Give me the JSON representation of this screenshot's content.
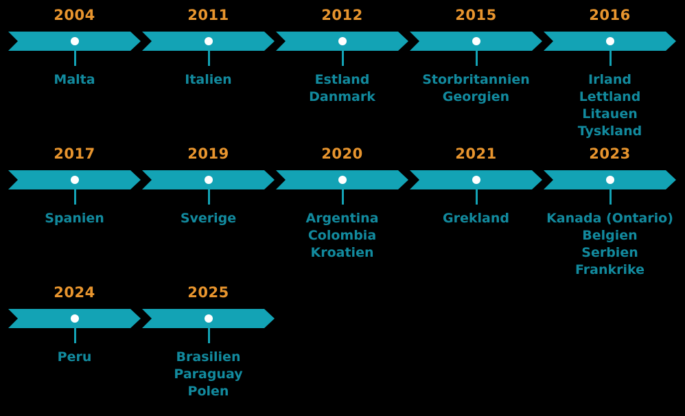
{
  "meta": {
    "background_color": "#000000",
    "bar_color": "#13A3B5",
    "year_color": "#E8952E",
    "label_color": "#128A9E",
    "dot_color": "#FFFFFF"
  },
  "chart_data": {
    "type": "timeline",
    "title": "",
    "rows": 3,
    "columns": 5,
    "entries": [
      {
        "year": "2004",
        "countries": [
          "Malta"
        ]
      },
      {
        "year": "2011",
        "countries": [
          "Italien"
        ]
      },
      {
        "year": "2012",
        "countries": [
          "Estland",
          "Danmark"
        ]
      },
      {
        "year": "2015",
        "countries": [
          "Storbritannien",
          "Georgien"
        ]
      },
      {
        "year": "2016",
        "countries": [
          "Irland",
          "Lettland",
          "Litauen",
          "Tyskland"
        ]
      },
      {
        "year": "2017",
        "countries": [
          "Spanien"
        ]
      },
      {
        "year": "2019",
        "countries": [
          "Sverige"
        ]
      },
      {
        "year": "2020",
        "countries": [
          "Argentina",
          "Colombia",
          "Kroatien"
        ]
      },
      {
        "year": "2021",
        "countries": [
          "Grekland"
        ]
      },
      {
        "year": "2023",
        "countries": [
          "Kanada (Ontario)",
          "Belgien",
          "Serbien",
          "Frankrike"
        ]
      },
      {
        "year": "2024",
        "countries": [
          "Peru"
        ]
      },
      {
        "year": "2025",
        "countries": [
          "Brasilien",
          "Paraguay",
          "Polen"
        ]
      }
    ]
  }
}
